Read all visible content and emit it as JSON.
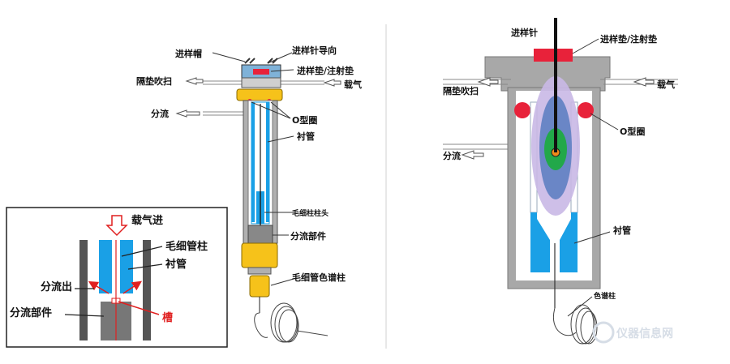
{
  "left_diagram": {
    "labels": {
      "septum_cap": "进样帽",
      "needle_guide": "进样针导向",
      "septum": "进样垫/注射垫",
      "septum_purge": "隔垫吹扫",
      "carrier_gas": "载气",
      "split": "分流",
      "o_ring": "O型圈",
      "liner": "衬管",
      "column_head": "毛细柱柱头",
      "split_part": "分流部件",
      "capillary_column": "毛细管色谱柱"
    },
    "inset": {
      "carrier_in": "载气进",
      "capillary_column": "毛细管柱",
      "liner": "衬管",
      "split_out": "分流出",
      "split_part": "分流部件",
      "groove": "槽"
    }
  },
  "right_diagram": {
    "labels": {
      "syringe": "进样针",
      "septum": "进样垫/注射垫",
      "septum_purge": "隔垫吹扫",
      "carrier_gas": "载气",
      "o_ring": "O型圈",
      "split": "分流",
      "liner": "衬管",
      "column": "色谱柱"
    }
  },
  "watermark": "仪器信息网",
  "colors": {
    "liner_blue": "#1aa0e6",
    "cap_yellow": "#f6c21a",
    "septum_red": "#e8223a",
    "body_gray": "#b0b0b0",
    "dark_gray": "#555555",
    "groove_red": "#e01f1f",
    "vapor_purple": "#c9b8e6",
    "vapor_blue": "#6a86c6",
    "vapor_green": "#22a84a",
    "vapor_orange": "#f08a1a"
  }
}
